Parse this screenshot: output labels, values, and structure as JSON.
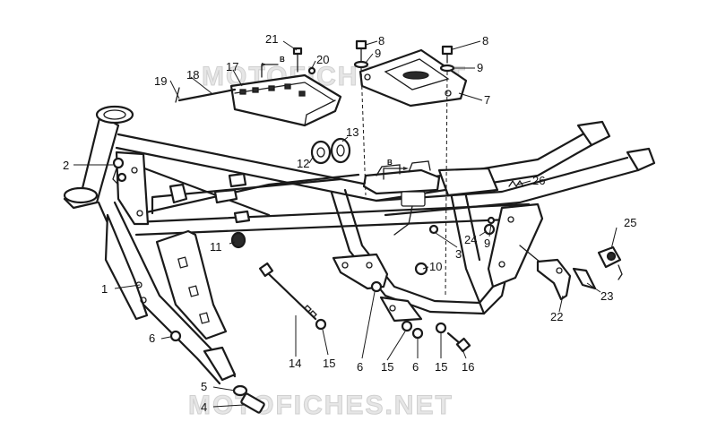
{
  "watermark": "MOTOFICHES.NET",
  "detail_marker": "B",
  "callouts": [
    {
      "id": "c21",
      "text": "21"
    },
    {
      "id": "c20",
      "text": "20"
    },
    {
      "id": "c19",
      "text": "19"
    },
    {
      "id": "c18",
      "text": "18"
    },
    {
      "id": "c17",
      "text": "17"
    },
    {
      "id": "c8a",
      "text": "8"
    },
    {
      "id": "c9a",
      "text": "9"
    },
    {
      "id": "c8b",
      "text": "8"
    },
    {
      "id": "c9b",
      "text": "9"
    },
    {
      "id": "c7",
      "text": "7"
    },
    {
      "id": "c13",
      "text": "13"
    },
    {
      "id": "c12",
      "text": "12"
    },
    {
      "id": "c2",
      "text": "2"
    },
    {
      "id": "c26",
      "text": "26"
    },
    {
      "id": "c11",
      "text": "11"
    },
    {
      "id": "c3",
      "text": "3"
    },
    {
      "id": "c24",
      "text": "24"
    },
    {
      "id": "c9c",
      "text": "9"
    },
    {
      "id": "c25",
      "text": "25"
    },
    {
      "id": "c10",
      "text": "10"
    },
    {
      "id": "c1",
      "text": "1"
    },
    {
      "id": "c23",
      "text": "23"
    },
    {
      "id": "c22",
      "text": "22"
    },
    {
      "id": "c6a",
      "text": "6"
    },
    {
      "id": "c14",
      "text": "14"
    },
    {
      "id": "c15a",
      "text": "15"
    },
    {
      "id": "c6b",
      "text": "6"
    },
    {
      "id": "c15b",
      "text": "15"
    },
    {
      "id": "c6c",
      "text": "6"
    },
    {
      "id": "c15c",
      "text": "15"
    },
    {
      "id": "c16",
      "text": "16"
    },
    {
      "id": "c5",
      "text": "5"
    },
    {
      "id": "c4",
      "text": "4"
    }
  ]
}
